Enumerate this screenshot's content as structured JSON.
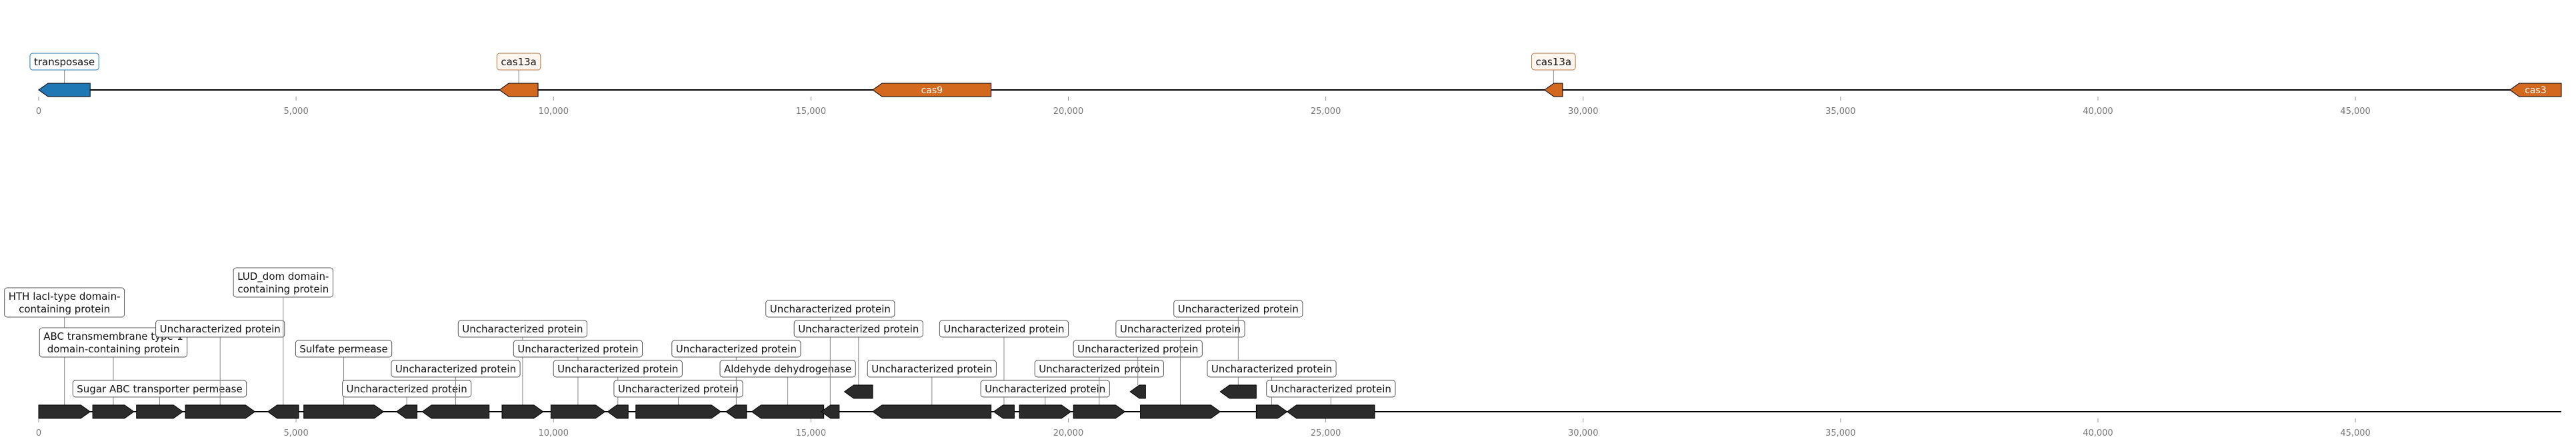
{
  "colors": {
    "backbone": "#000000",
    "tick_text": "#777777",
    "tick_line": "#999999",
    "dark_gene": "#2b2b2b",
    "blue_gene": "#1f77b4",
    "orange_gene": "#d2691e",
    "label_border": "#555555",
    "blue_label_border": "#1f77b4",
    "orange_label_border": "#b8733a",
    "orange_label_fill": "#fdf6ee",
    "inner_label_text": "#ffffff"
  },
  "axis": {
    "min": 0,
    "max": 49000,
    "ticks": [
      {
        "value": 0,
        "label": "0"
      },
      {
        "value": 5000,
        "label": "5,000"
      },
      {
        "value": 10000,
        "label": "10,000"
      },
      {
        "value": 15000,
        "label": "15,000"
      },
      {
        "value": 20000,
        "label": "20,000"
      },
      {
        "value": 25000,
        "label": "25,000"
      },
      {
        "value": 30000,
        "label": "30,000"
      },
      {
        "value": 35000,
        "label": "35,000"
      },
      {
        "value": 40000,
        "label": "40,000"
      },
      {
        "value": 45000,
        "label": "45,000"
      }
    ]
  },
  "tracks": [
    {
      "name": "cas-track",
      "genes": [
        {
          "start": 0,
          "end": 1000,
          "strand": -1,
          "color": "blue",
          "label": "transposase",
          "label_style": "blue",
          "label_level": 0
        },
        {
          "start": 8950,
          "end": 9700,
          "strand": -1,
          "color": "orange",
          "label": "cas13a",
          "label_style": "orange",
          "label_level": 0
        },
        {
          "start": 16200,
          "end": 18500,
          "strand": -1,
          "color": "orange",
          "inner_label": "cas9"
        },
        {
          "start": 29250,
          "end": 29600,
          "strand": -1,
          "color": "orange",
          "label": "cas13a",
          "label_style": "orange",
          "label_level": 0
        },
        {
          "start": 48000,
          "end": 49000,
          "strand": -1,
          "color": "orange",
          "inner_label": "cas3"
        }
      ]
    },
    {
      "name": "annotation-track",
      "genes": [
        {
          "start": 0,
          "end": 1000,
          "strand": 1,
          "color": "dark",
          "label": "HTH lacI-type domain-\ncontaining protein",
          "label_level": 4
        },
        {
          "start": 1050,
          "end": 1850,
          "strand": 1,
          "color": "dark",
          "label": "ABC transmembrane type-1\ndomain-containing protein",
          "label_level": 2
        },
        {
          "start": 1900,
          "end": 2800,
          "strand": 1,
          "color": "dark",
          "label": "Sugar ABC transporter permease",
          "label_level": 0
        },
        {
          "start": 2850,
          "end": 4200,
          "strand": 1,
          "color": "dark",
          "label": "Uncharacterized protein",
          "label_level": 3
        },
        {
          "start": 4450,
          "end": 5050,
          "strand": -1,
          "color": "dark",
          "label": "LUD_dom domain-\ncontaining protein",
          "label_level": 5
        },
        {
          "start": 5150,
          "end": 6700,
          "strand": 1,
          "color": "dark",
          "label": "Sulfate permease",
          "label_level": 2
        },
        {
          "start": 6950,
          "end": 7350,
          "strand": -1,
          "color": "dark",
          "label": "Uncharacterized protein",
          "label_level": 0
        },
        {
          "start": 7450,
          "end": 8750,
          "strand": -1,
          "color": "dark",
          "label": "Uncharacterized protein",
          "label_level": 1
        },
        {
          "start": 9000,
          "end": 9800,
          "strand": 1,
          "color": "dark",
          "label": "Uncharacterized protein",
          "label_level": 3
        },
        {
          "start": 9950,
          "end": 11000,
          "strand": 1,
          "color": "dark",
          "label": "Uncharacterized protein",
          "label_level": 2
        },
        {
          "start": 11050,
          "end": 11450,
          "strand": -1,
          "color": "dark",
          "label": "Uncharacterized protein",
          "label_level": 1
        },
        {
          "start": 11600,
          "end": 13250,
          "strand": 1,
          "color": "dark",
          "label": "Uncharacterized protein",
          "label_level": 0
        },
        {
          "start": 13350,
          "end": 13750,
          "strand": -1,
          "color": "dark",
          "label": "Uncharacterized protein",
          "label_level": 2
        },
        {
          "start": 13850,
          "end": 15250,
          "strand": -1,
          "color": "dark",
          "label": "Aldehyde dehydrogenase",
          "label_level": 1
        },
        {
          "start": 15200,
          "end": 15550,
          "strand": -1,
          "color": "dark",
          "label": "Uncharacterized protein",
          "label_level": 4
        },
        {
          "start": 15650,
          "end": 16200,
          "strand": -1,
          "color": "dark",
          "row": 1,
          "label": "Uncharacterized protein",
          "label_level": 3
        },
        {
          "start": 16200,
          "end": 18500,
          "strand": -1,
          "color": "dark",
          "label": "Uncharacterized protein",
          "label_level": 1
        },
        {
          "start": 18550,
          "end": 18950,
          "strand": -1,
          "color": "dark",
          "label": "Uncharacterized protein",
          "label_level": 3
        },
        {
          "start": 19050,
          "end": 20050,
          "strand": 1,
          "color": "dark",
          "label": "Uncharacterized protein",
          "label_level": 0
        },
        {
          "start": 20100,
          "end": 21100,
          "strand": 1,
          "color": "dark",
          "label": "Uncharacterized protein",
          "label_level": 1
        },
        {
          "start": 21200,
          "end": 21500,
          "strand": -1,
          "color": "dark",
          "row": 1,
          "label": "Uncharacterized protein",
          "label_level": 2
        },
        {
          "start": 21400,
          "end": 22950,
          "strand": 1,
          "color": "dark",
          "label": "Uncharacterized protein",
          "label_level": 3
        },
        {
          "start": 22950,
          "end": 23650,
          "strand": -1,
          "color": "dark",
          "row": 1,
          "label": "Uncharacterized protein",
          "label_level": 4
        },
        {
          "start": 23650,
          "end": 24250,
          "strand": 1,
          "color": "dark",
          "label": "Uncharacterized protein",
          "label_level": 1
        },
        {
          "start": 24250,
          "end": 25950,
          "strand": -1,
          "color": "dark",
          "label": "Uncharacterized protein",
          "label_level": 0
        }
      ]
    }
  ]
}
